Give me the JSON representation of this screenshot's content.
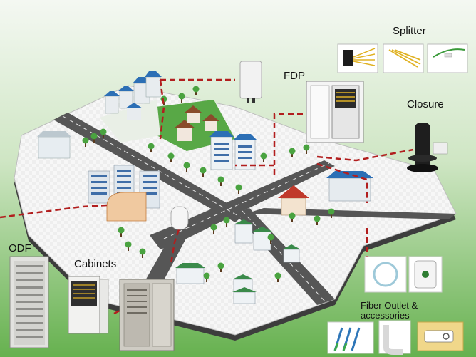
{
  "labels": {
    "splitter": "Splitter",
    "fdp": "FDP",
    "closure": "Closure",
    "odf": "ODF",
    "cabinets": "Cabinets",
    "fiber_outlet_line1": "Fiber Outlet &",
    "fiber_outlet_line2": "accessories"
  },
  "colors": {
    "background_top": "#f4f8f2",
    "background_bottom": "#66b14f",
    "platform": "#f6f6f6",
    "platform_edge": "#3d3d3d",
    "road": "#565656",
    "fiber_route": "#b21e1e",
    "tree": "#4aa340",
    "roof_blue": "#2c6fb5",
    "roof_brown": "#8a4b2b"
  },
  "icons": [
    "splitter-icon",
    "fdp-cabinet-icon",
    "closure-icon",
    "odf-rack-icon",
    "cabinet-icon",
    "fiber-outlet-icon",
    "tool-icon",
    "cable-hook-icon",
    "label-clip-icon"
  ]
}
